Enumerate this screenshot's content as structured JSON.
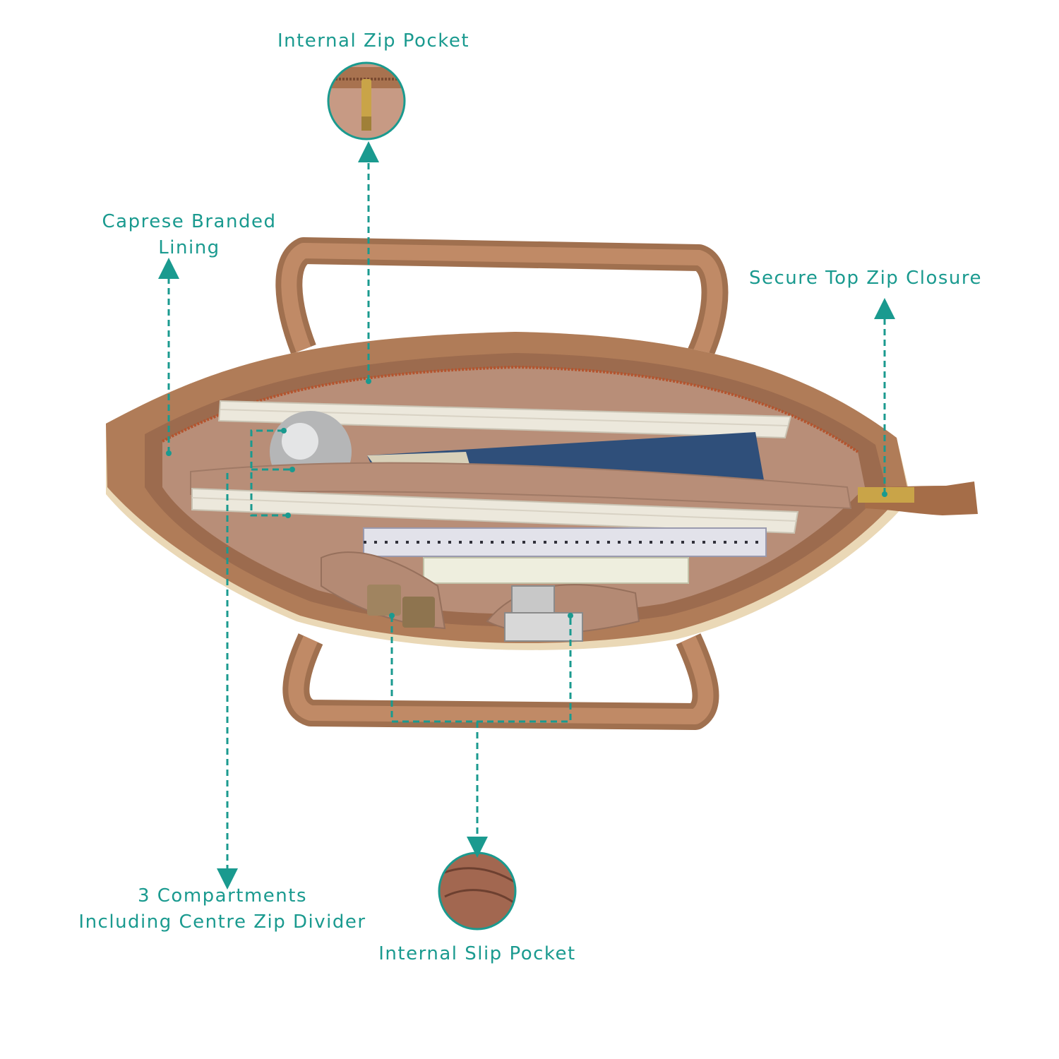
{
  "accent_color": "#1a9a8f",
  "callouts": {
    "internal_zip_pocket": "Internal Zip Pocket",
    "branded_lining": [
      "Caprese Branded",
      "Lining"
    ],
    "top_zip_closure": "Secure Top Zip Closure",
    "compartments": [
      "3 Compartments",
      "Including Centre Zip Divider"
    ],
    "internal_slip_pocket": "Internal Slip Pocket"
  },
  "illustration": {
    "subject": "open-tote-bag-top-view",
    "zoom_details": [
      "zip-pull-detail",
      "slip-pocket-detail"
    ]
  }
}
